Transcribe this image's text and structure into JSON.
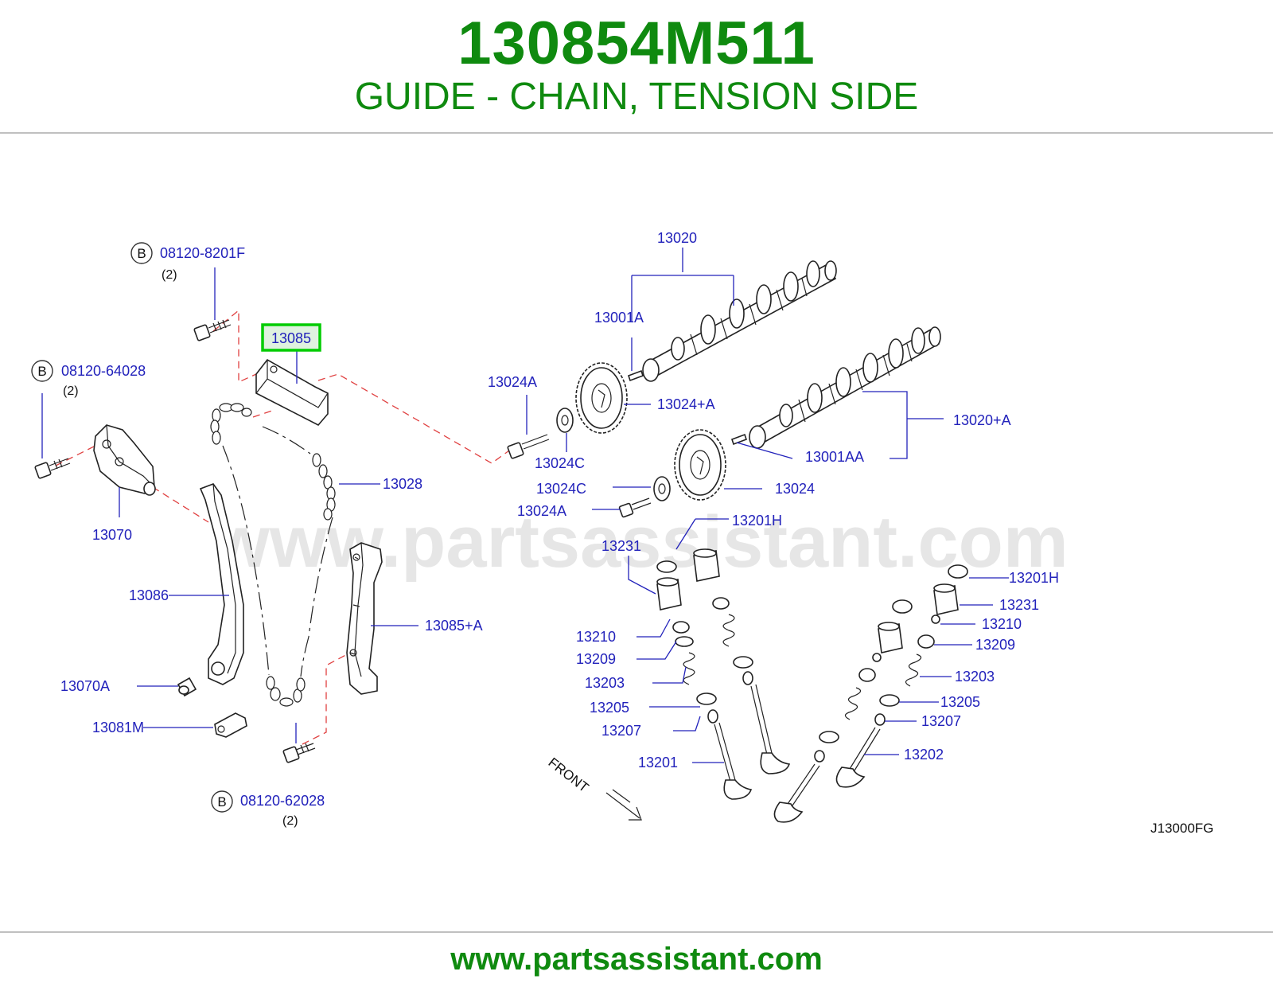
{
  "header": {
    "part_number": "130854M511",
    "description": "GUIDE - CHAIN, TENSION SIDE"
  },
  "watermark": "www.partsassistant.com",
  "footer": {
    "url": "www.partsassistant.com"
  },
  "diagram": {
    "ref_code": "J13000FG",
    "front_label": "FRONT",
    "bolt_marker": "B",
    "highlighted": "13085",
    "labels": {
      "p08120_8201F": "08120-8201F",
      "p08120_64028": "08120-64028",
      "p08120_62028": "08120-62028",
      "qty2": "(2)",
      "p13085": "13085",
      "p13070": "13070",
      "p13086": "13086",
      "p13070A": "13070A",
      "p13081M": "13081M",
      "p13028": "13028",
      "p13085A": "13085+A",
      "p13020": "13020",
      "p13001A": "13001A",
      "p13024A_1": "13024A",
      "p13024plusA": "13024+A",
      "p13024C_1": "13024C",
      "p13020A": "13020+A",
      "p13001AA": "13001AA",
      "p13024C_2": "13024C",
      "p13024": "13024",
      "p13024A_2": "13024A",
      "p13201H_1": "13201H",
      "p13231_1": "13231",
      "p13210_1": "13210",
      "p13209_1": "13209",
      "p13203_1": "13203",
      "p13205_1": "13205",
      "p13207_1": "13207",
      "p13201": "13201",
      "p13201H_2": "13201H",
      "p13231_2": "13231",
      "p13210_2": "13210",
      "p13209_2": "13209",
      "p13203_2": "13203",
      "p13205_2": "13205",
      "p13207_2": "13207",
      "p13202": "13202"
    }
  },
  "colors": {
    "title_green": "#0f8a0f",
    "label_blue": "#2222bb",
    "highlight": "#00cc00",
    "dash_red": "#e04040"
  }
}
